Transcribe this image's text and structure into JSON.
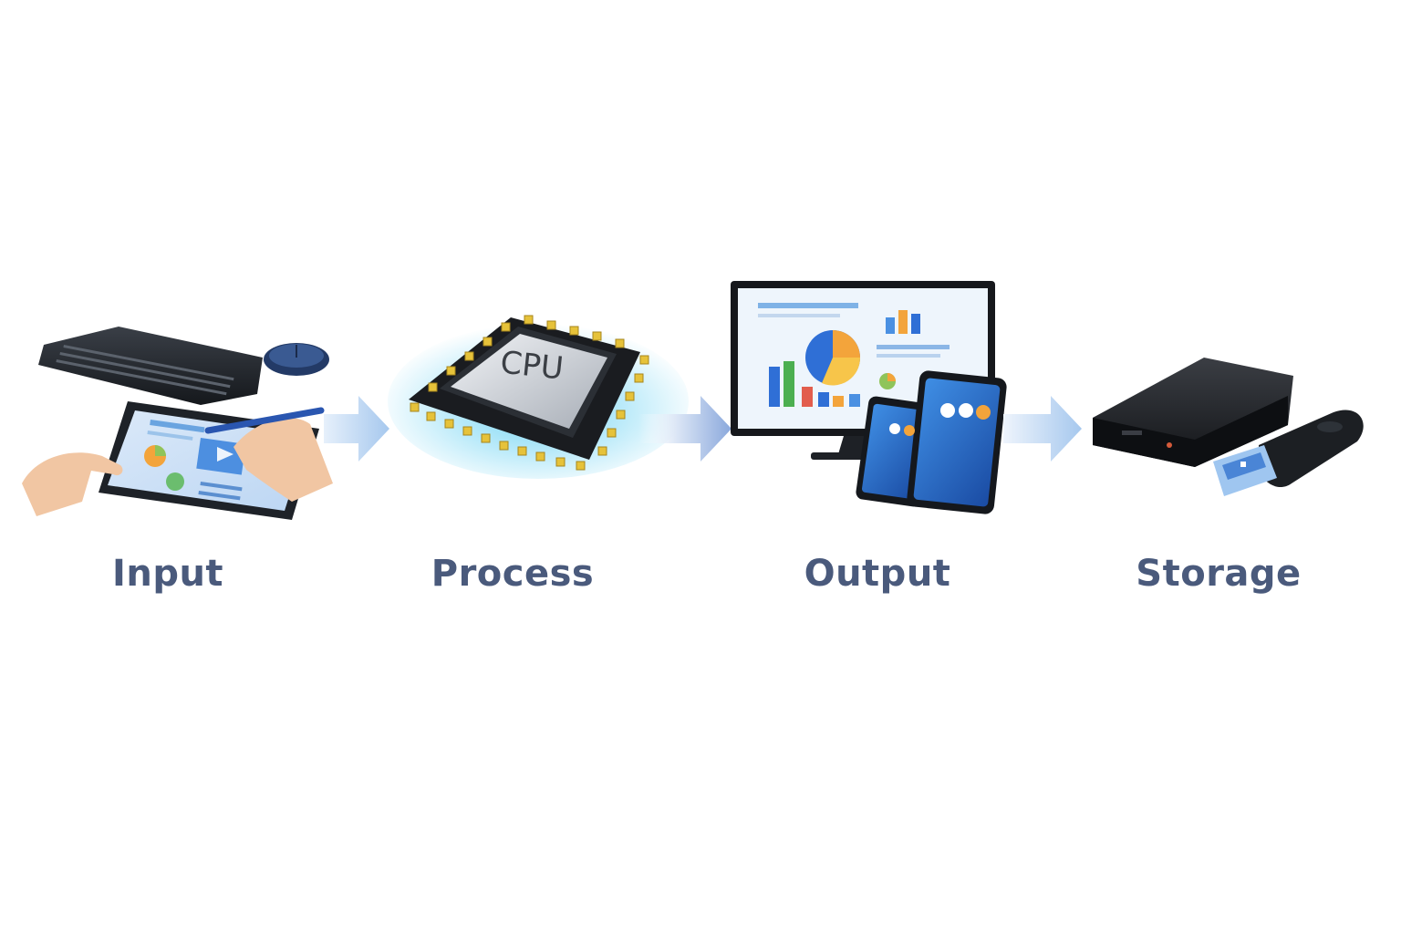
{
  "steps": [
    {
      "label": "Input",
      "icon": "keyboard-mouse-tablet-icon"
    },
    {
      "label": "Process",
      "icon": "cpu-chip-icon"
    },
    {
      "label": "Output",
      "icon": "monitor-phones-icon"
    },
    {
      "label": "Storage",
      "icon": "hard-drive-usb-icon"
    }
  ],
  "chip_text": "CPU",
  "colors": {
    "label": "#4a5a7c",
    "arrow": "#aecdf0",
    "accent_blue": "#2f6fd6",
    "chip_gold": "#e6c23a"
  }
}
